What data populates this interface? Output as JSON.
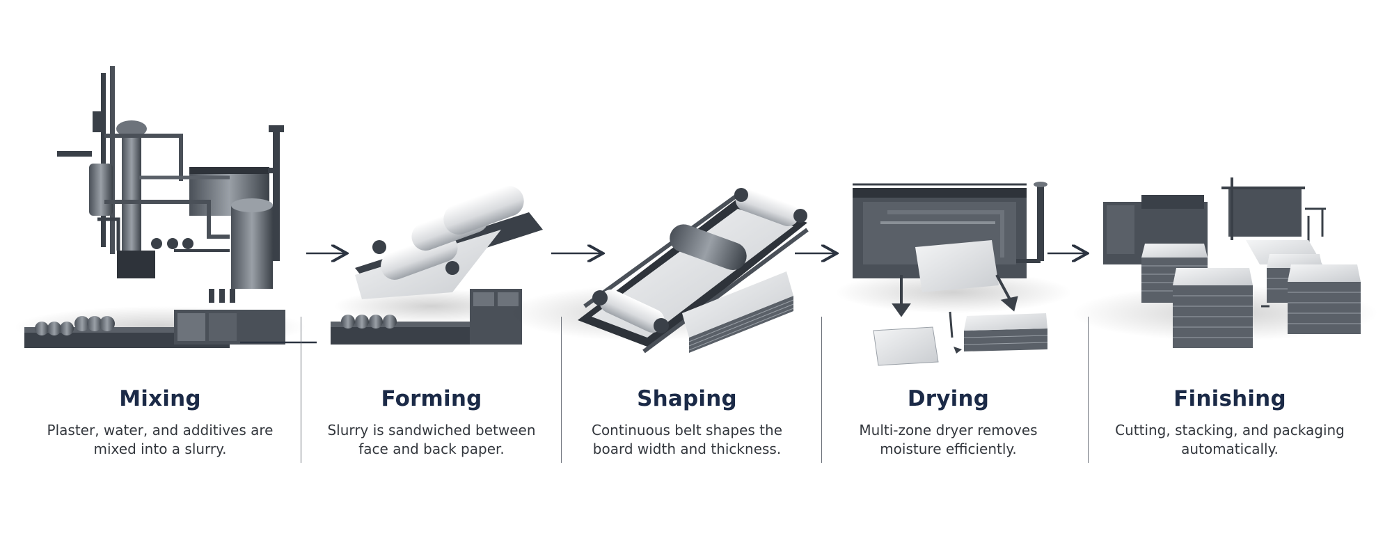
{
  "stages": [
    {
      "title": "Mixing",
      "line1": "Plaster, water, and additives are",
      "line2": "mixed into a slurry."
    },
    {
      "title": "Forming",
      "line1": "Slurry is sandwiched between",
      "line2": "face and back paper."
    },
    {
      "title": "Shaping",
      "line1": "Continuous belt shapes the",
      "line2": "board width and thickness."
    },
    {
      "title": "Drying",
      "line1": "Multi-zone dryer removes",
      "line2": "moisture efficiently."
    },
    {
      "title": "Finishing",
      "line1": "Cutting, stacking, and packaging",
      "line2": "automatically."
    }
  ],
  "colors": {
    "machine_dark": "#3a4048",
    "machine_mid": "#6d737b",
    "paper": "#e8e9ea",
    "arrow": "#2b3340",
    "title": "#1b2a47"
  }
}
